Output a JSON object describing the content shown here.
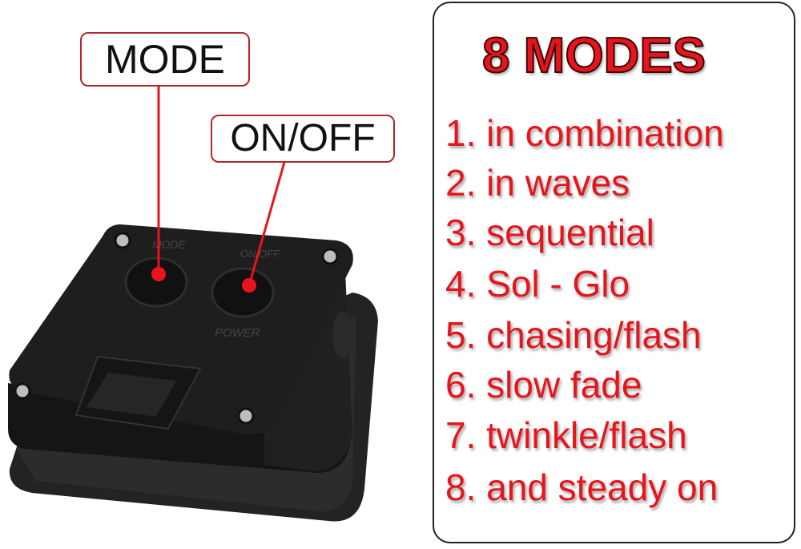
{
  "callouts": {
    "mode": "MODE",
    "onoff": "ON/OFF"
  },
  "device": {
    "mode_emboss": "MODE",
    "onoff_emboss": "ON/OFF",
    "power_emboss": "POWER"
  },
  "panel": {
    "title": "8 MODES",
    "modes": [
      "1. in combination",
      "2. in waves",
      "3. sequential",
      "4. Sol - Glo",
      "5. chasing/flash",
      "6. slow fade",
      "7. twinkle/flash",
      "8. and steady on"
    ]
  },
  "colors": {
    "accent": "#e8141b",
    "callout_border": "#b3262b",
    "device": "#1c1c1c"
  }
}
